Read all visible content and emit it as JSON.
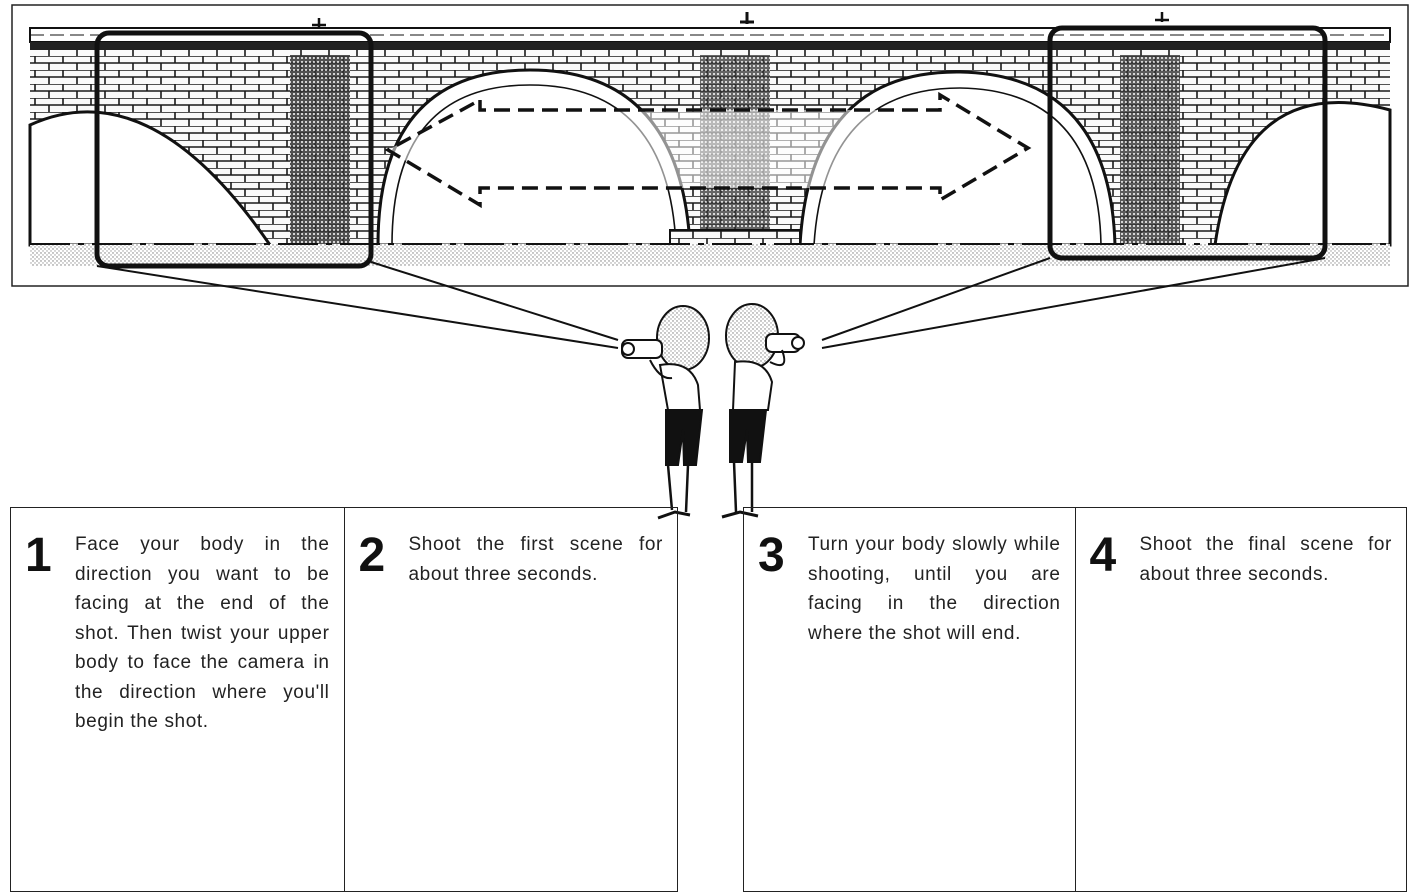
{
  "illustration": {
    "subject": "bridge panning scene with videographer",
    "icons": [
      "bridge-illustration",
      "start-frame",
      "end-frame",
      "pan-arrow",
      "videographer-figure"
    ]
  },
  "steps": [
    {
      "number": "1",
      "text": "Face your body in the direction you want to be facing at the end of the shot. Then twist your upper body to face the camera in the direction where you'll begin the shot."
    },
    {
      "number": "2",
      "text": "Shoot the first scene for about three seconds."
    },
    {
      "number": "3",
      "text": "Turn your body slowly while shooting, until you are facing in the direction where the shot will end."
    },
    {
      "number": "4",
      "text": "Shoot the final scene for about three seconds."
    }
  ]
}
